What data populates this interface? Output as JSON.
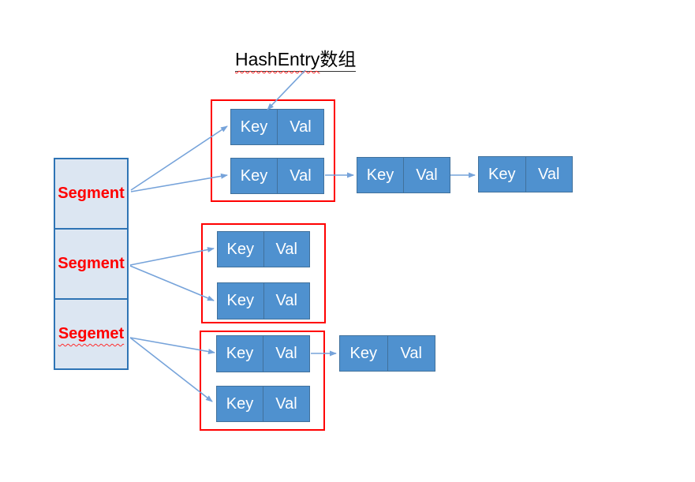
{
  "title": {
    "latin": "HashEntry",
    "cjk": "数组"
  },
  "segment_array": {
    "cells": [
      {
        "label": "Segment"
      },
      {
        "label": "Segment"
      },
      {
        "label": "Segemet"
      }
    ]
  },
  "entry": {
    "key": "Key",
    "val": "Val"
  },
  "structure": {
    "segment_count": 3,
    "buckets": [
      {
        "segment_index": 0,
        "entries_in_red_box": 2,
        "chained_entries_after": 2
      },
      {
        "segment_index": 1,
        "entries_in_red_box": 2,
        "chained_entries_after": 0
      },
      {
        "segment_index": 2,
        "entries_in_red_box": 2,
        "chained_entries_after": 1
      }
    ]
  },
  "colors": {
    "node_fill": "#4f91cf",
    "node_border": "#41719c",
    "segment_fill": "#dce6f2",
    "segment_border": "#2e74b5",
    "group_border": "#ff0000",
    "arrow": "#76a3da",
    "segment_text": "#ff0000",
    "node_text": "#ffffff",
    "title_text": "#000000"
  }
}
